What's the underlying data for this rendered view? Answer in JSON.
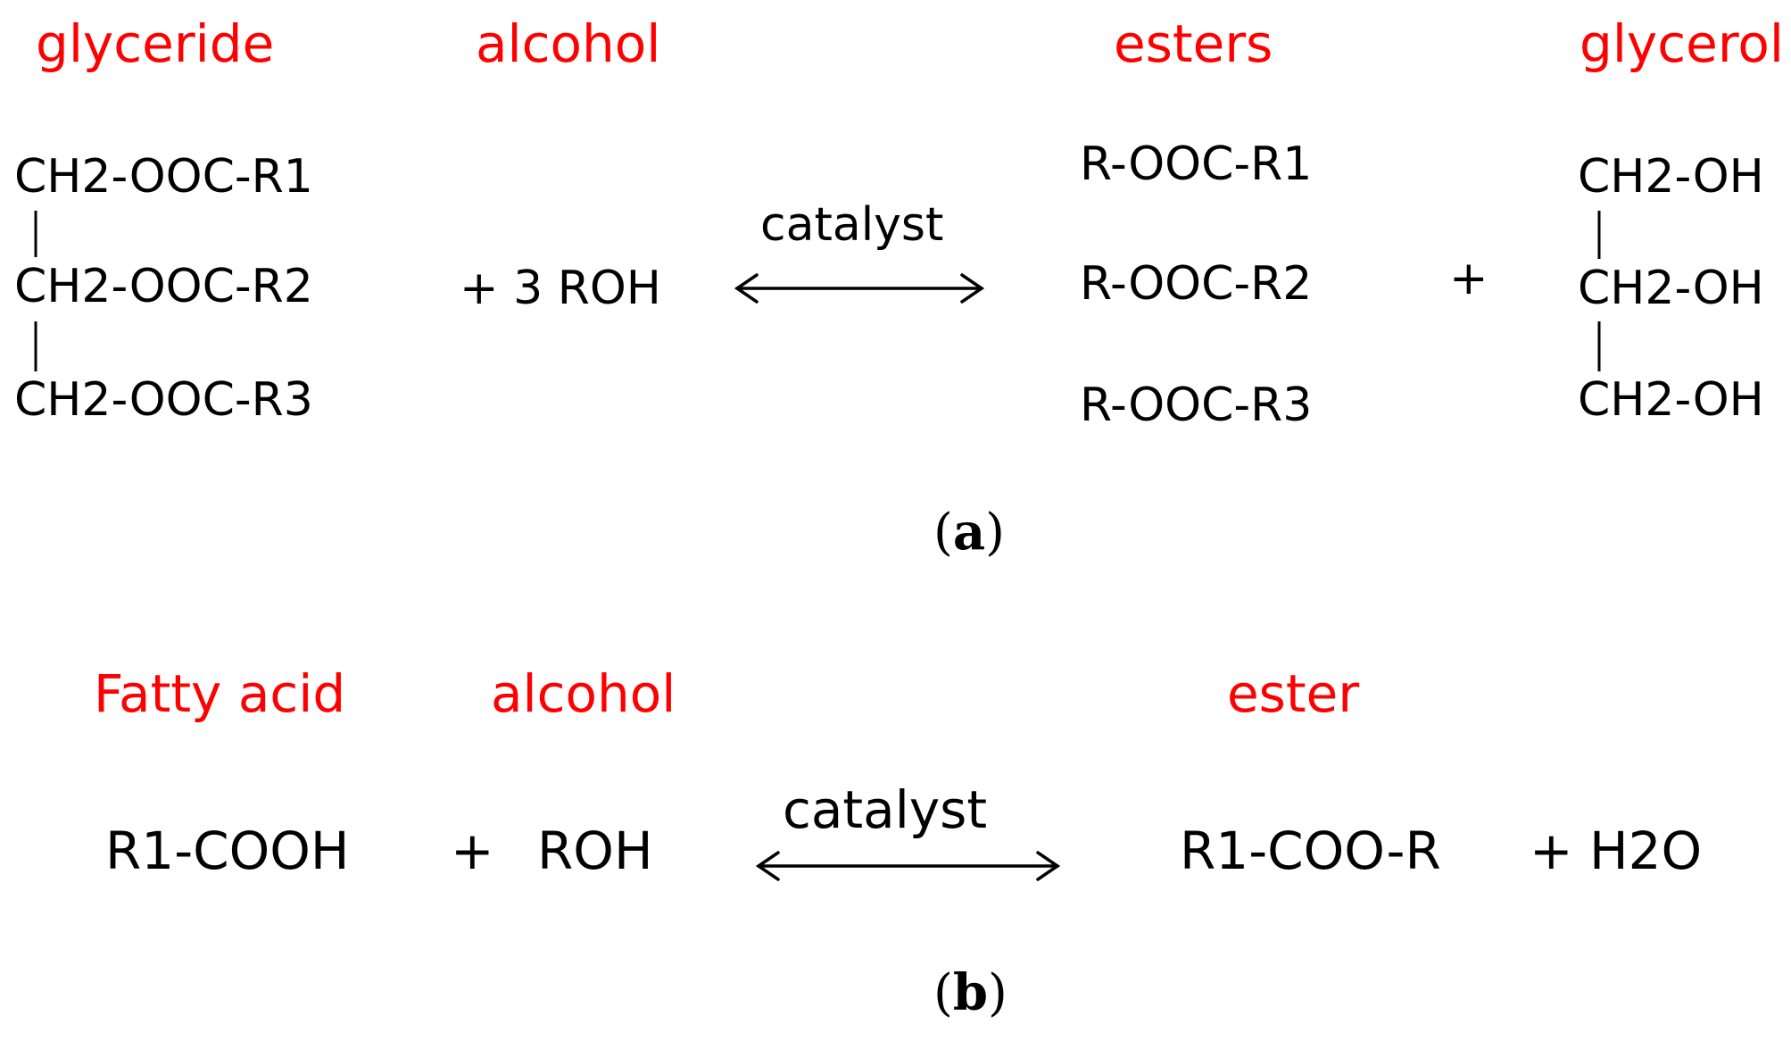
{
  "colors": {
    "label_red": "#ff0000",
    "text": "#000000",
    "background": "#ffffff"
  },
  "reaction_a": {
    "labels": {
      "reactant1": "glyceride",
      "reactant2": "alcohol",
      "product1": "esters",
      "product2": "glycerol"
    },
    "glyceride": [
      "CH2-OOC-R1",
      "CH2-OOC-R2",
      "CH2-OOC-R3"
    ],
    "alcohol": "+ 3 ROH",
    "catalyst": "catalyst",
    "esters": [
      "R-OOC-R1",
      "R-OOC-R2",
      "R-OOC-R3"
    ],
    "plus": "+",
    "glycerol": [
      "CH2-OH",
      "CH2-OH",
      "CH2-OH"
    ],
    "panel_letter": "a"
  },
  "reaction_b": {
    "labels": {
      "reactant1": "Fatty acid",
      "reactant2": "alcohol",
      "product1": "ester"
    },
    "fatty_acid": "R1-COOH",
    "plus": "+",
    "alcohol": "ROH",
    "catalyst": "catalyst",
    "ester": "R1-COO-R",
    "water": "+ H2O",
    "panel_letter": "b"
  }
}
